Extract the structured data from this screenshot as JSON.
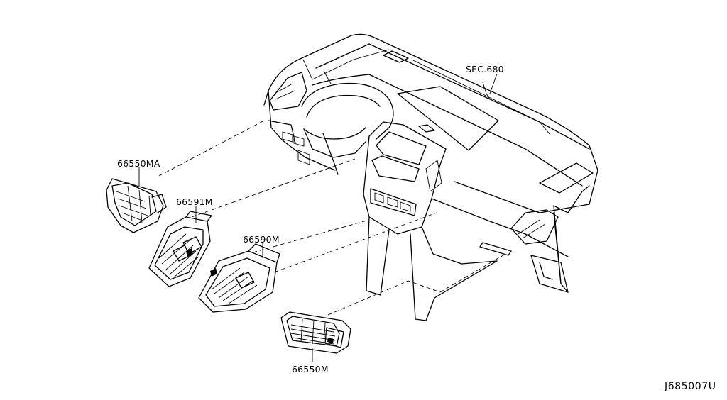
{
  "labels": {
    "dashboard_section": "SEC.680",
    "part_center_vent_left": "66550MA",
    "part_side_vent_left": "66591M",
    "part_side_vent_right": "66590M",
    "part_center_vent_right": "66550M"
  },
  "diagram_code": "J685007U"
}
